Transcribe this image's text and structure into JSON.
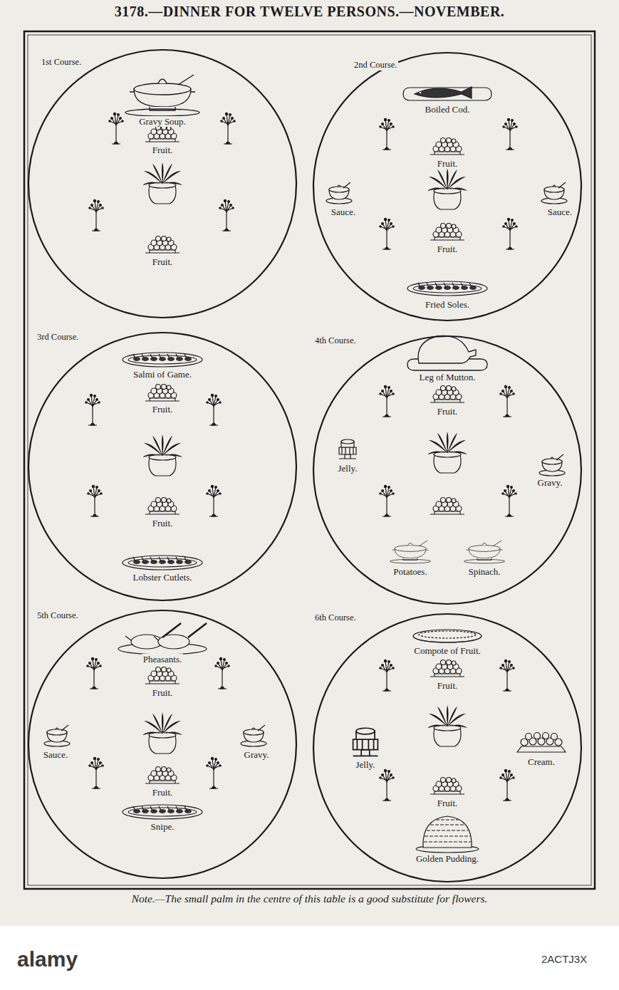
{
  "diagram": {
    "title": "3178.—DINNER FOR TWELVE PERSONS.—NOVEMBER.",
    "caption": "Note.—The small palm in the centre of this table is a good substitute for flowers.",
    "nodes": [
      {
        "text": [
          "1st Course.",
          "Gravy Soup.",
          "Fruit.",
          "Fruit."
        ]
      },
      {
        "text": [
          "2nd Course.",
          "Boiled Cod.",
          "Fruit.",
          "Sauce.",
          "Sauce.",
          "Fruit.",
          "Fried Soles."
        ]
      },
      {
        "text": [
          "3rd Course.",
          "Salmi of Game.",
          "Fruit.",
          "Fruit.",
          "Lobster Cutlets."
        ]
      },
      {
        "text": [
          "4th Course.",
          "Leg of Mutton.",
          "Fruit.",
          "Jelly.",
          "Gravy.",
          "Potatoes.",
          "Spinach."
        ]
      },
      {
        "text": [
          "5th Course.",
          "Pheasants.",
          "Fruit.",
          "Sauce.",
          "Gravy.",
          "Fruit.",
          "Snipe."
        ]
      },
      {
        "text": [
          "6th Course.",
          "Compote of Fruit.",
          "Fruit.",
          "Jelly.",
          "Cream.",
          "Fruit.",
          "Golden Pudding."
        ]
      }
    ],
    "labels": [
      "alamy",
      "2ACTJ3X"
    ]
  }
}
